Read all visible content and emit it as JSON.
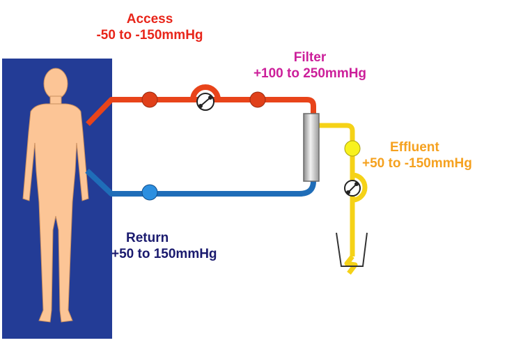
{
  "labels": {
    "access": {
      "title": "Access",
      "range": "-50 to -150mmHg",
      "color": "#e8251a"
    },
    "filter": {
      "title": "Filter",
      "range": "+100 to 250mmHg",
      "color": "#cc1f9a"
    },
    "effluent": {
      "title": "Effluent",
      "range": "+50 to -150mmHg",
      "color": "#f5a11f"
    },
    "return": {
      "title": "Return",
      "range": "+50 to 150mmHg",
      "color": "#1a1a6e"
    }
  },
  "colors": {
    "patient_panel": "#233c96",
    "skin": "#fcc596",
    "access_line": "#e8441a",
    "return_line": "#1f6db8",
    "effluent_line": "#f5d217",
    "pressure_sensor_access": "#e0401a",
    "pressure_sensor_return": "#2c8fe0",
    "pressure_sensor_effluent": "#f8f21e"
  },
  "icons": [
    "human-figure",
    "pump-icon",
    "pressure-sensor-icon",
    "filter-cartridge-icon",
    "collection-bag-icon"
  ]
}
